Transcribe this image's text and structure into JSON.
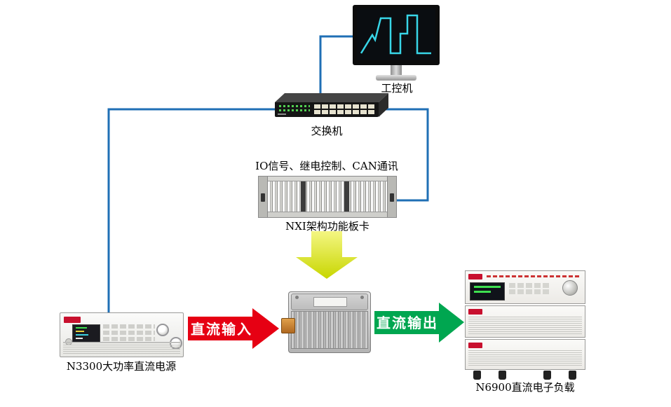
{
  "nodes": {
    "industrial_pc": {
      "label": "工控机"
    },
    "network_switch": {
      "label": "交换机"
    },
    "nxi_chassis": {
      "caption": "IO信号、继电控制、CAN通讯",
      "label": "NXI架构功能板卡"
    },
    "dc_source": {
      "label": "N3300大功率直流电源"
    },
    "dc_load": {
      "label": "N6900直流电子负载"
    }
  },
  "flows": {
    "dc_input": {
      "label": "直流输入",
      "color": "#e60013"
    },
    "dc_output": {
      "label": "直流输出",
      "color": "#00a650"
    },
    "control_arrow": {
      "color_start": "#f4f682",
      "color_end": "#c8d600"
    }
  },
  "colors": {
    "connection_line": "#1f6fb5",
    "waveform": "#38d6e8"
  }
}
